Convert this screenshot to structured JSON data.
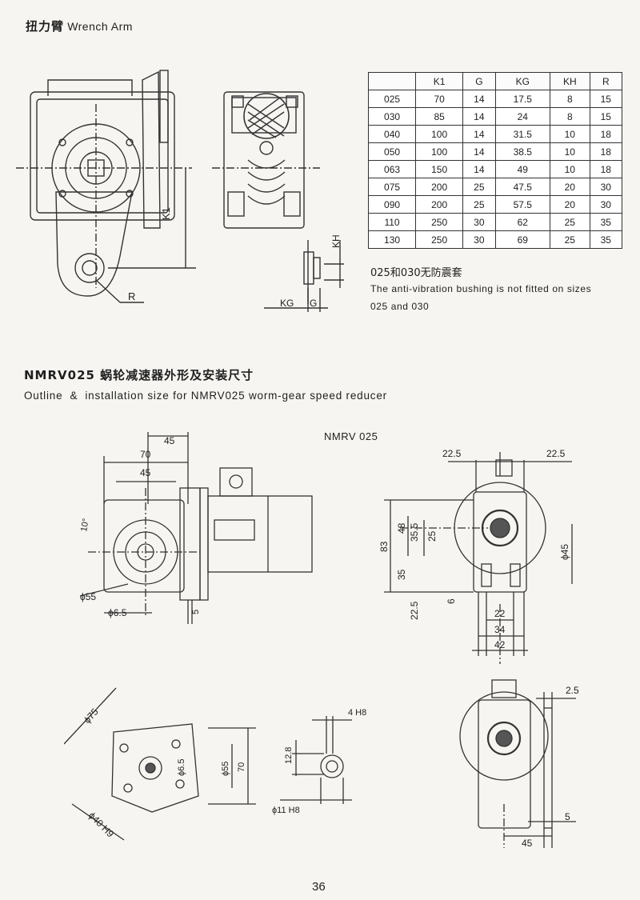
{
  "header": {
    "title_cn": "扭力臂",
    "title_en": "Wrench Arm"
  },
  "spec_table": {
    "columns": [
      "",
      "K1",
      "G",
      "KG",
      "KH",
      "R"
    ],
    "rows": [
      [
        "025",
        "70",
        "14",
        "17.5",
        "8",
        "15"
      ],
      [
        "030",
        "85",
        "14",
        "24",
        "8",
        "15"
      ],
      [
        "040",
        "100",
        "14",
        "31.5",
        "10",
        "18"
      ],
      [
        "050",
        "100",
        "14",
        "38.5",
        "10",
        "18"
      ],
      [
        "063",
        "150",
        "14",
        "49",
        "10",
        "18"
      ],
      [
        "075",
        "200",
        "25",
        "47.5",
        "20",
        "30"
      ],
      [
        "090",
        "200",
        "25",
        "57.5",
        "20",
        "30"
      ],
      [
        "110",
        "250",
        "30",
        "62",
        "25",
        "35"
      ],
      [
        "130",
        "250",
        "30",
        "69",
        "25",
        "35"
      ]
    ]
  },
  "note": {
    "cn": "025和030无防震套",
    "en_line1": "The anti-vibration bushing is not fitted on sizes",
    "en_line2": "025 and 030"
  },
  "section2": {
    "title_cn": "NMRV025 蜗轮减速器外形及安装尺寸",
    "title_en": "Outline  &  installation size for NMRV025 worm-gear speed reducer",
    "model_label": "NMRV 025"
  },
  "wrench_labels": {
    "k1": "K1",
    "r": "R",
    "kh": "KH",
    "kg": "KG",
    "g": "G"
  },
  "dims_front": {
    "d45": "45",
    "d70": "70",
    "d45b": "45",
    "angle": "10°",
    "phi55": "ϕ55",
    "phi65": "ϕ6.5",
    "d5": "5"
  },
  "dims_side": {
    "d225a": "22.5",
    "d225b": "22.5",
    "d83": "83",
    "d48": "48",
    "d355": "35.5",
    "d25": "25",
    "d35": "35",
    "d225c": "22.5",
    "d6": "6",
    "phi45": "ϕ45",
    "d22": "22",
    "d34": "34",
    "d42": "42"
  },
  "dims_flange": {
    "phi75": "ϕ75",
    "phi65": "ϕ6.5",
    "phi55": "ϕ55",
    "d70": "70",
    "phi40": "ϕ40 H9"
  },
  "dims_shaft": {
    "d128": "12.8",
    "h8": "4 H8",
    "phi11": "ϕ11 H8"
  },
  "dims_arm": {
    "d25": "2.5",
    "d5": "5",
    "d45": "45"
  },
  "page_number": "36"
}
